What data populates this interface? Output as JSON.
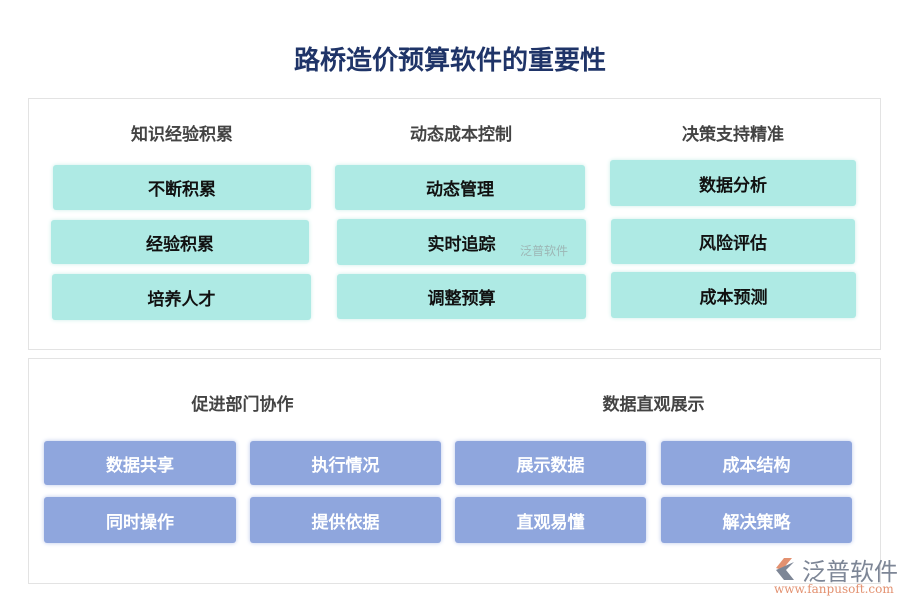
{
  "title": "路桥造价预算软件的重要性",
  "top_sections": [
    {
      "header": "知识经验积累",
      "items": [
        "不断积累",
        "经验积累",
        "培养人才"
      ]
    },
    {
      "header": "动态成本控制",
      "items": [
        "动态管理",
        "实时追踪",
        "调整预算"
      ]
    },
    {
      "header": "决策支持精准",
      "items": [
        "数据分析",
        "风险评估",
        "成本预测"
      ]
    }
  ],
  "bottom_sections": [
    {
      "header": "促进部门协作",
      "items": [
        "数据共享",
        "执行情况",
        "同时操作",
        "提供依据"
      ]
    },
    {
      "header": "数据直观展示",
      "items": [
        "展示数据",
        "成本结构",
        "直观易懂",
        "解决策略"
      ]
    }
  ],
  "watermark": "泛普软件",
  "logo": {
    "name": "泛普软件",
    "url": "www.fanpusoft.com"
  },
  "colors": {
    "title": "#1f3468",
    "teal_box": "#aeeae4",
    "blue_box": "#8fa6dd"
  }
}
